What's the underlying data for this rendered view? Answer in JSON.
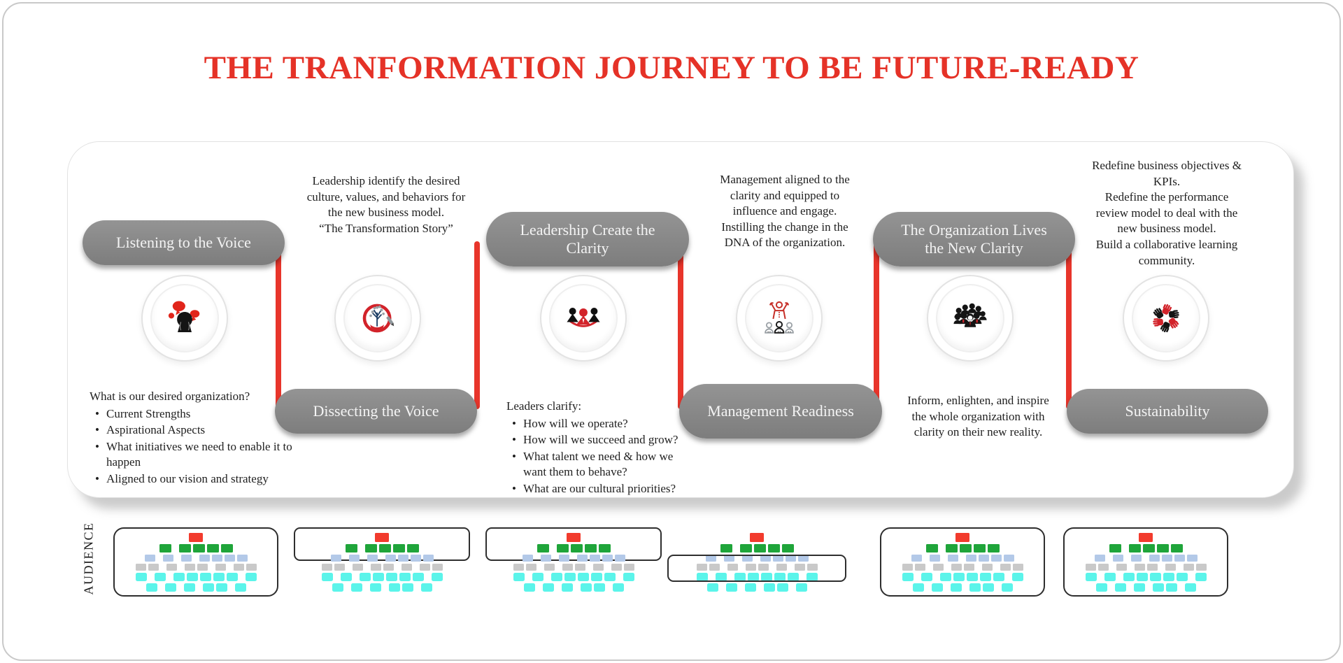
{
  "title": "THE TRANFORMATION JOURNEY TO BE FUTURE-READY",
  "colors": {
    "title_red": "#e53227",
    "connector_red": "#e8352b",
    "pill_gray": "#878787",
    "scope_border": "#2e2e2e"
  },
  "stages": [
    {
      "label": "Listening to the Voice",
      "position": "top",
      "icon": "speech-bubbles-person-icon",
      "description": {
        "intro": "What is our desired organization?",
        "bullets": [
          "Current Strengths",
          "Aspirational Aspects",
          "What initiatives we need to enable it to happen",
          "Aligned to our vision and strategy"
        ]
      }
    },
    {
      "label": "Dissecting the Voice",
      "position": "bottom",
      "icon": "tree-analysis-icon",
      "description": {
        "text": "Leadership identify the desired culture, values, and behaviors for the new business model.\n“The Transformation Story”"
      }
    },
    {
      "label": "Leadership Create the Clarity",
      "position": "top",
      "icon": "leadership-team-icon",
      "description": {
        "intro": "Leaders clarify:",
        "bullets": [
          "How will we operate?",
          "How will we succeed and grow?",
          "What talent we need & how we want them to behave?",
          "What are our cultural priorities?"
        ]
      }
    },
    {
      "label": "Management Readiness",
      "position": "bottom",
      "icon": "empowered-figure-icon",
      "description": {
        "text": "Management aligned to the clarity and equipped to influence and engage.\nInstilling the change in the DNA of the organization."
      }
    },
    {
      "label": "The Organization Lives the New Clarity",
      "position": "top",
      "icon": "organization-crowd-icon",
      "description": {
        "text": "Inform, enlighten, and inspire the whole organization with clarity on their new reality."
      }
    },
    {
      "label": "Sustainability",
      "position": "bottom",
      "icon": "collaboration-hands-icon",
      "description": {
        "text": "Redefine business objectives & KPIs.\nRedefine the performance review model to deal with the new business model.\nBuild a collaborative learning community."
      }
    }
  ],
  "audience_section": {
    "label": "AUDIENCE",
    "org_rows": [
      {
        "name": "ceo",
        "color": "#f23b2d",
        "clusters": [
          1
        ]
      },
      {
        "name": "leaders",
        "color": "#1fa53a",
        "clusters": [
          1,
          4
        ]
      },
      {
        "name": "managers",
        "color": "#b3c9e8",
        "clusters": [
          1,
          1,
          1,
          4
        ]
      },
      {
        "name": "supervisors",
        "color": "#c9c9c9",
        "clusters": [
          2,
          1,
          2,
          1,
          2
        ]
      },
      {
        "name": "staff-1",
        "color": "#5bf4ea",
        "clusters": [
          1,
          1,
          5,
          1
        ]
      },
      {
        "name": "staff-2",
        "color": "#5bf4ea",
        "clusters": [
          1,
          1,
          1,
          2,
          1
        ]
      }
    ],
    "charts": [
      {
        "scope": "all"
      },
      {
        "scope": "top"
      },
      {
        "scope": "top"
      },
      {
        "scope": "middle"
      },
      {
        "scope": "all"
      },
      {
        "scope": "all"
      }
    ]
  }
}
